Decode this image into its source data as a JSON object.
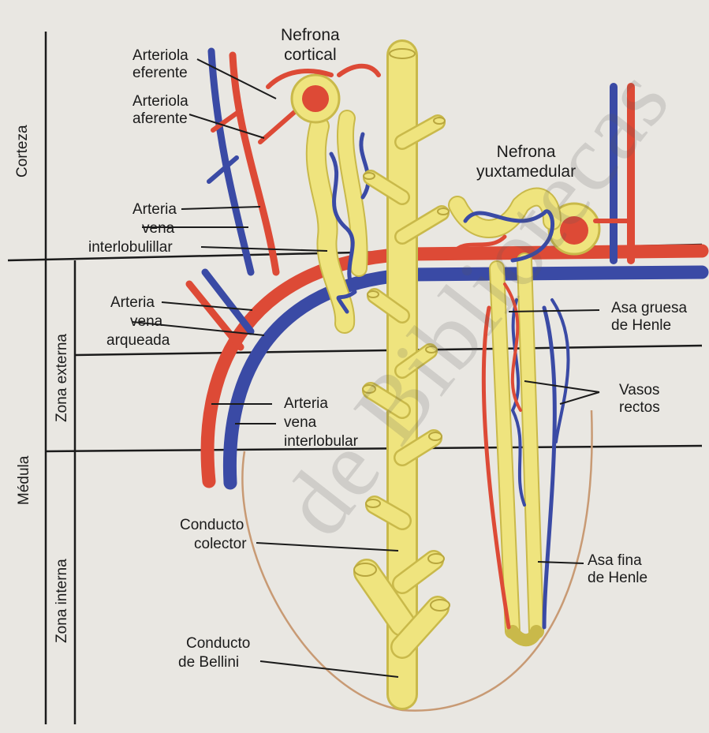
{
  "labels": {
    "nefrona_cortical": [
      "Nefrona",
      "cortical"
    ],
    "arteriola_eferente": [
      "Arteriola",
      "eferente"
    ],
    "arteriola_aferente": [
      "Arteriola",
      "aferente"
    ],
    "nefrona_yuxtamedular": [
      "Nefrona",
      "yuxtamedular"
    ],
    "arteria_vena_interlobulillar": [
      "Arteria",
      "vena",
      "interlobulillar"
    ],
    "arteria_vena_arqueada": [
      "Arteria",
      "vena",
      "arqueada"
    ],
    "arteria_vena_interlobular": [
      "Arteria",
      "vena",
      "interlobular"
    ],
    "asa_gruesa": [
      "Asa gruesa",
      "de Henle"
    ],
    "vasos_rectos": [
      "Vasos",
      "rectos"
    ],
    "conducto_colector": [
      "Conducto",
      "colector"
    ],
    "asa_fina": [
      "Asa fina",
      "de Henle"
    ],
    "conducto_bellini": [
      "Conducto",
      "de Bellini"
    ]
  },
  "zones": {
    "corteza": "Corteza",
    "zona_externa": "Zona externa",
    "medula": "Médula",
    "zona_interna": "Zona interna"
  },
  "watermark": "de Bibliotecas",
  "colors": {
    "artery": "#dd4a36",
    "vein": "#3a4aa5",
    "tubule": "#efe47e",
    "tubule_edge": "#c9b94a",
    "outline": "#c89a74"
  }
}
